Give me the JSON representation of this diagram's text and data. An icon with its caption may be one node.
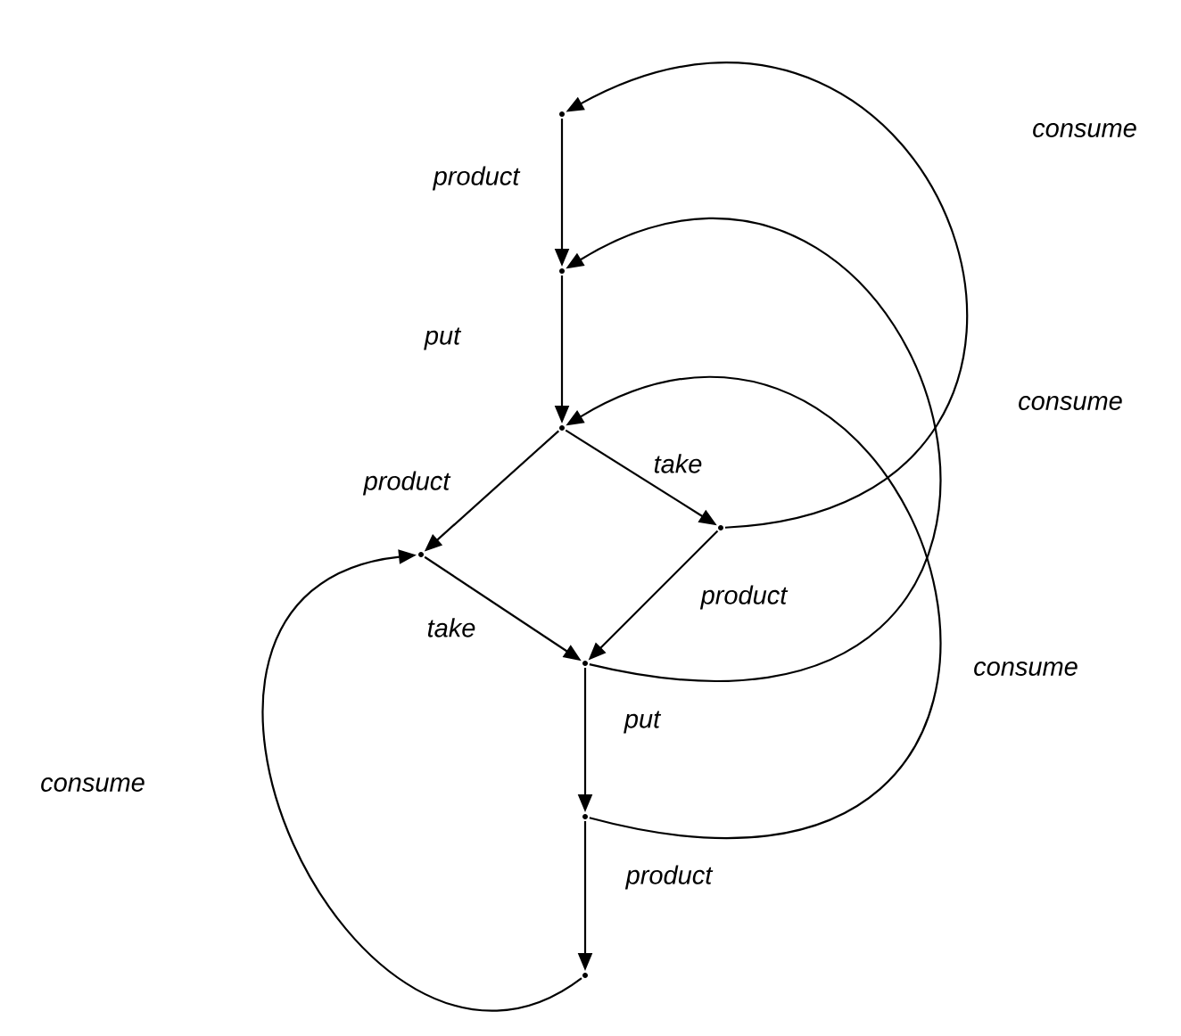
{
  "diagram": {
    "nodes": [
      {
        "text": [],
        "shape": "dot"
      },
      {
        "text": [],
        "shape": "dot"
      },
      {
        "text": [],
        "shape": "dot"
      },
      {
        "text": [],
        "shape": "dot"
      },
      {
        "text": [],
        "shape": "dot"
      },
      {
        "text": [],
        "shape": "dot"
      },
      {
        "text": [],
        "shape": "dot"
      },
      {
        "text": [],
        "shape": "dot"
      }
    ],
    "edges": [
      {
        "from": 0,
        "to": 1,
        "arrow": "to",
        "label": "product"
      },
      {
        "from": 1,
        "to": 2,
        "arrow": "to",
        "label": "put"
      },
      {
        "from": 2,
        "to": 3,
        "arrow": "to",
        "label": "product"
      },
      {
        "from": 2,
        "to": 4,
        "arrow": "to",
        "label": "take"
      },
      {
        "from": 3,
        "to": 5,
        "arrow": "to",
        "label": "take"
      },
      {
        "from": 4,
        "to": 5,
        "arrow": "to",
        "label": "product"
      },
      {
        "from": 5,
        "to": 6,
        "arrow": "to",
        "label": "put"
      },
      {
        "from": 6,
        "to": 7,
        "arrow": "to",
        "label": "product"
      },
      {
        "from": 4,
        "to": 0,
        "arrow": "to",
        "label": "consume"
      },
      {
        "from": 5,
        "to": 1,
        "arrow": "to",
        "label": "consume"
      },
      {
        "from": 6,
        "to": 2,
        "arrow": "to",
        "label": "consume"
      },
      {
        "from": 7,
        "to": 3,
        "arrow": "to",
        "label": "consume"
      }
    ]
  }
}
